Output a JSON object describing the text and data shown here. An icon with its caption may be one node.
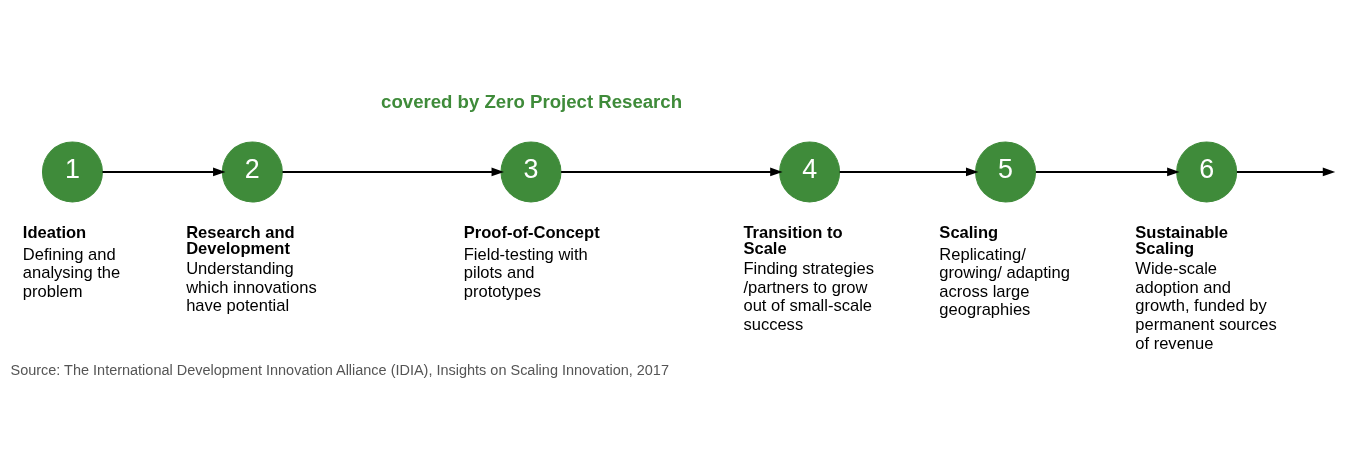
{
  "diagram": {
    "caption": "Source: The International Development Innovation Alliance (IDIA), Insights on Scaling Innovation, 2017",
    "nodes": [
      {
        "text": [
          "1"
        ],
        "beside": [
          "Ideation",
          "Defining and analysing the problem"
        ]
      },
      {
        "text": [
          "2"
        ],
        "beside": [
          "Research and Development",
          "Understanding which innovations have potential"
        ]
      },
      {
        "text": [
          "3"
        ],
        "beside": [
          "Proof-of-Concept",
          "Field-testing with pilots and prototypes"
        ]
      },
      {
        "text": [
          "4"
        ],
        "beside": [
          "Transition to Scale",
          "Finding strategies/partners to grow out of small-scale success"
        ]
      },
      {
        "text": [
          "5"
        ],
        "beside": [
          "Scaling",
          "Replicating/ growing/ adapting across large geographies"
        ]
      },
      {
        "text": [
          "6"
        ],
        "beside": [
          "Sustainable Scaling",
          "Wide-scale adoption and growth, funded by permanent sources of revenue"
        ]
      }
    ],
    "edges": [
      {
        "from": 0,
        "to": 1,
        "arrow": "to"
      },
      {
        "from": 1,
        "to": 2,
        "arrow": "to"
      },
      {
        "from": 2,
        "to": 3,
        "arrow": "to"
      },
      {
        "from": 3,
        "to": 4,
        "arrow": "to"
      },
      {
        "from": 4,
        "to": 5,
        "arrow": "to"
      },
      {
        "from": 5,
        "to": null,
        "arrow": "to"
      }
    ],
    "labels": [
      "covered by Zero Project Research"
    ]
  }
}
